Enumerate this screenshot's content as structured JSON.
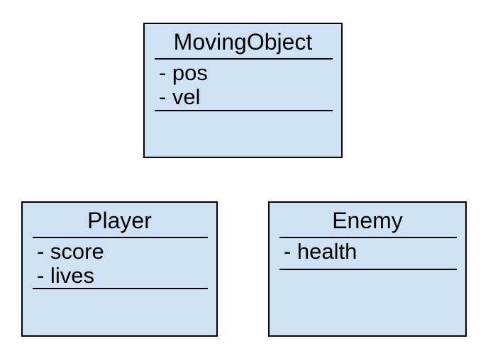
{
  "diagram": {
    "type": "uml-class-diagram",
    "classes": [
      {
        "name": "MovingObject",
        "attributes": [
          "- pos",
          "- vel"
        ],
        "methods": []
      },
      {
        "name": "Player",
        "attributes": [
          "- score",
          "- lives"
        ],
        "methods": []
      },
      {
        "name": "Enemy",
        "attributes": [
          "- health"
        ],
        "methods": []
      }
    ],
    "colors": {
      "box_fill": "#cfe2f3",
      "box_border": "#000000",
      "separator_line": "#000000",
      "text": "#000000",
      "canvas_background": "#ffffff"
    }
  }
}
